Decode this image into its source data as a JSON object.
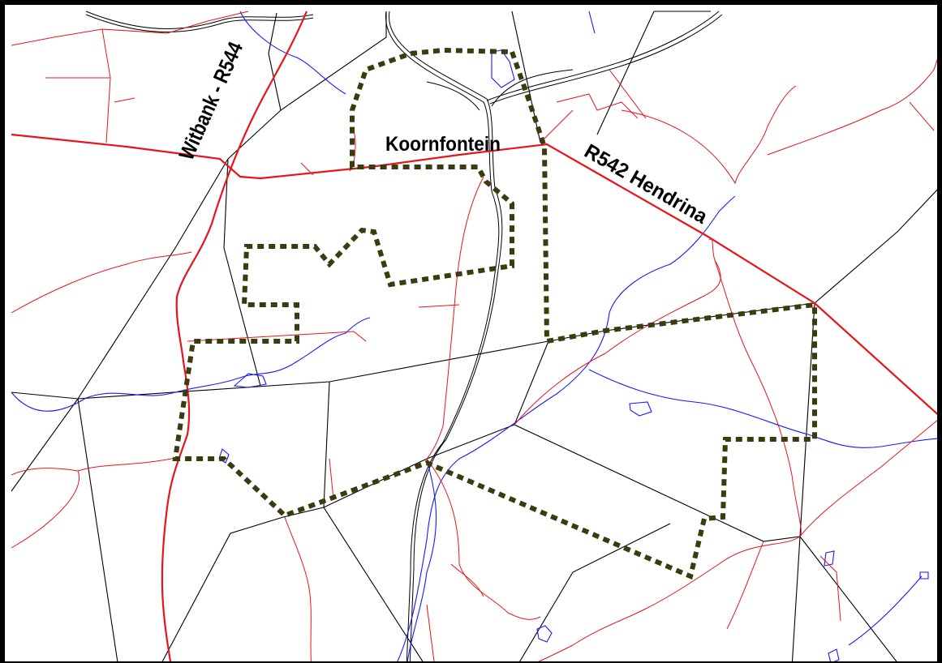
{
  "map": {
    "labels": {
      "town": "Koornfontein",
      "road_west": "Witbank - R544",
      "road_east": "R542 Hendrina"
    },
    "colors": {
      "main_road": "#e8141c",
      "minor_road": "#e8141c",
      "river": "#1a1aff",
      "boundary": "#000000",
      "railway": "#000000",
      "lease_area": "#3b3b10"
    }
  }
}
